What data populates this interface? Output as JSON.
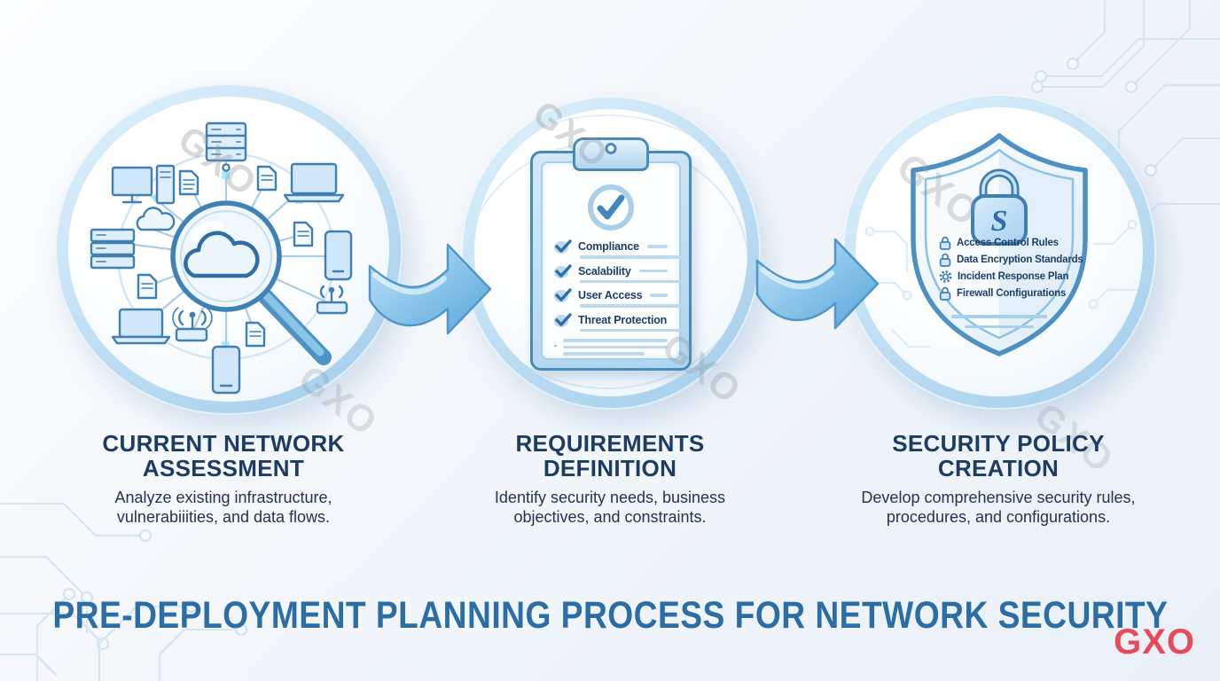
{
  "watermark": {
    "text": "GXO",
    "color": "#8d949d"
  },
  "footer": {
    "title": "PRE-DEPLOYMENT PLANNING PROCESS FOR NETWORK SECURITY",
    "title_color": "#2b6da4",
    "brand": "GXO",
    "brand_color": "#e8495b"
  },
  "stages": [
    {
      "heading": "CURRENT NETWORK ASSESSMENT",
      "description": "Analyze existing infrastructure, vulnerabiiities, and data flows.",
      "icon": "magnifier-over-network-devices"
    },
    {
      "heading": "REQUIREMENTS DEFINITION",
      "description": "Identify security needs, business objectives, and constraints.",
      "icon": "clipboard-checklist",
      "checklist": [
        "Compliance",
        "Scalability",
        "User Access",
        "Threat Protection"
      ]
    },
    {
      "heading": "SECURITY POLICY CREATION",
      "description": "Develop comprehensive security rules, procedures, and configurations.",
      "icon": "shield-with-padlock",
      "policies": [
        {
          "icon": "lock",
          "label": "Access Control Rules"
        },
        {
          "icon": "lock",
          "label": "Data Encryption Standards"
        },
        {
          "icon": "gear",
          "label": "Incident Response Plan"
        },
        {
          "icon": "lock",
          "label": "Firewall Configurations"
        }
      ]
    }
  ],
  "colors": {
    "accent_blue": "#4a86b8",
    "ring_blue": "#b5d8ef",
    "heading_navy": "#1c3c63",
    "check_blue": "#3c7fb5",
    "glow_cyan": "#8ee6f4"
  }
}
